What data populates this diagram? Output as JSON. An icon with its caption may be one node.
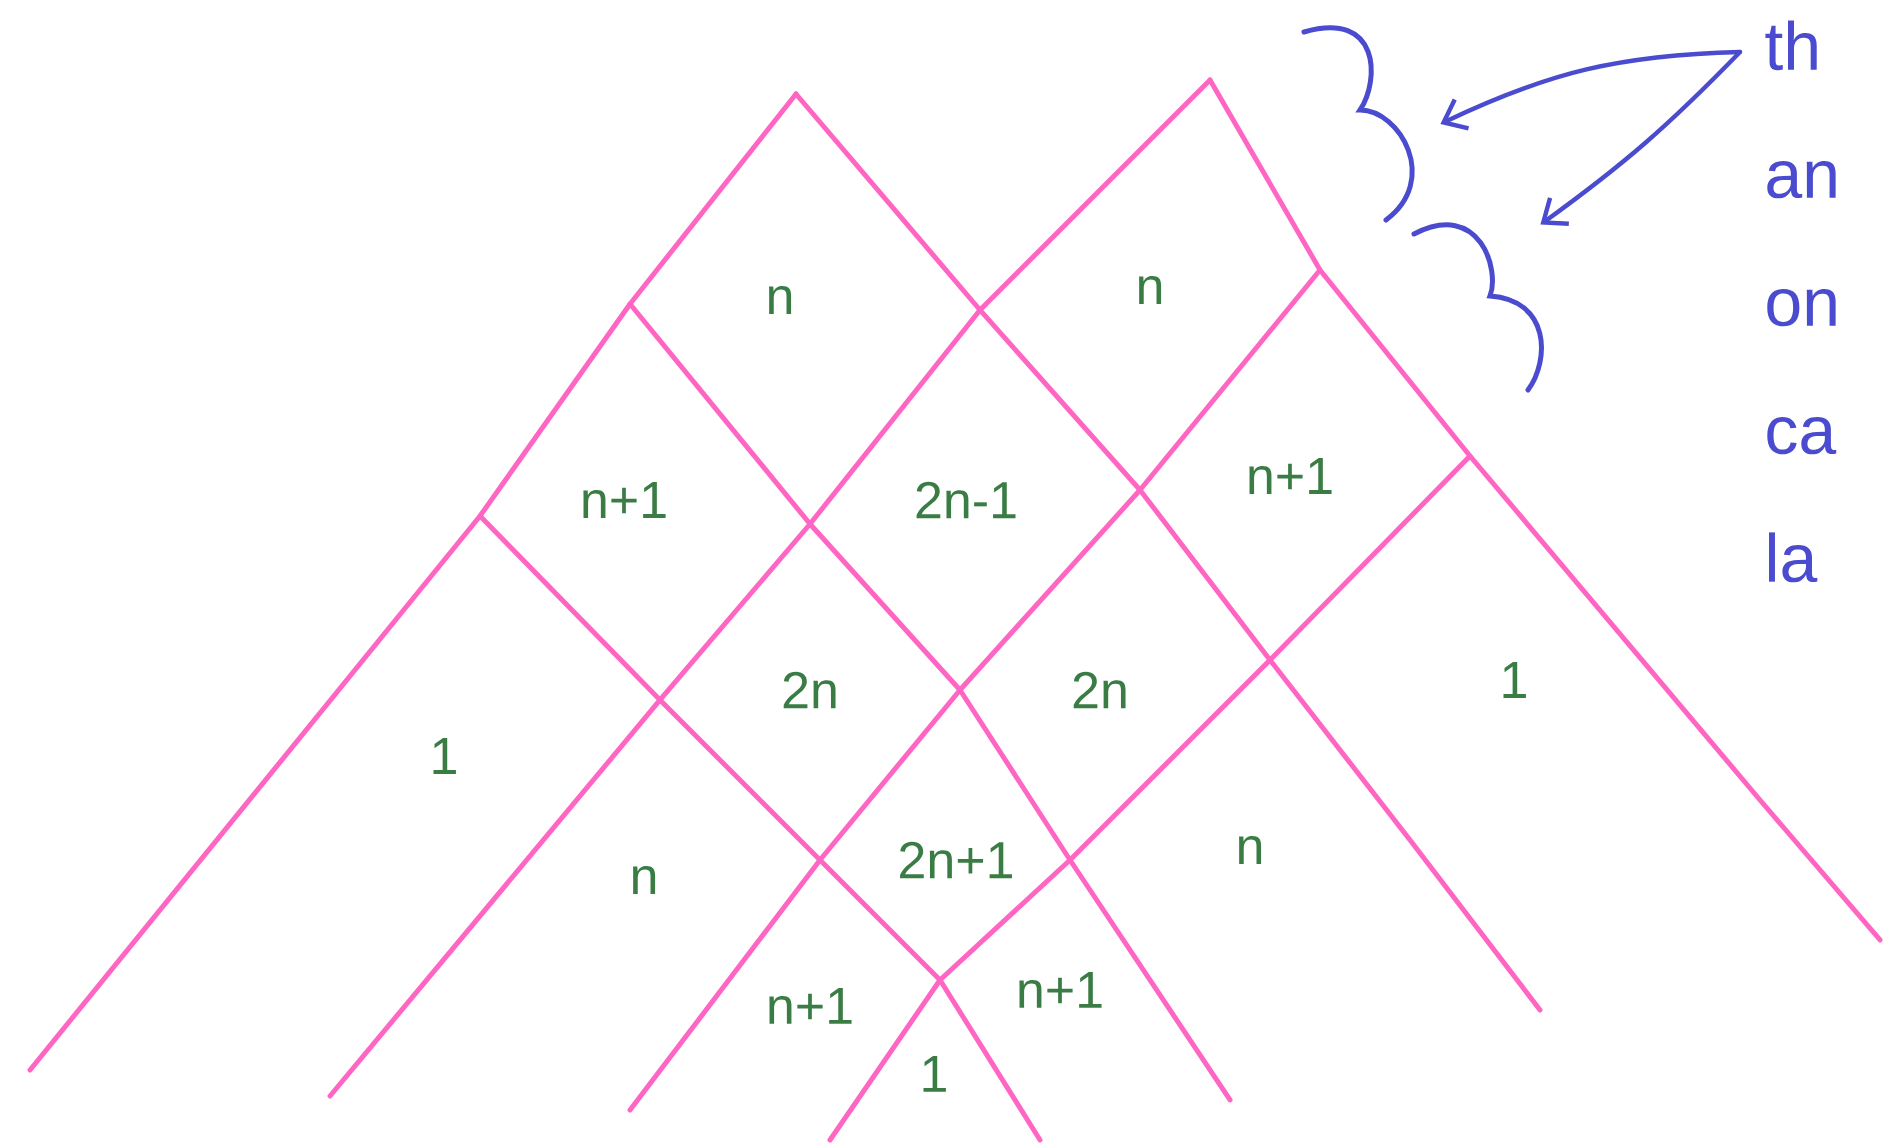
{
  "diagram": {
    "nodes": [
      {
        "text": [
          "th an on ca la"
        ]
      },
      {
        "text": [],
        "shape": "squiggle"
      },
      {
        "text": [],
        "shape": "squiggle"
      }
    ],
    "edges": [
      {
        "from": 0,
        "to": 1,
        "arrow": "to"
      },
      {
        "from": 0,
        "to": 2,
        "arrow": "to"
      }
    ],
    "labels": [
      "n",
      "n",
      "n+1",
      "2n-1",
      "n+1",
      "1",
      "2n",
      "2n",
      "1",
      "n",
      "2n+1",
      "n",
      "n+1",
      "n+1",
      "1"
    ]
  }
}
